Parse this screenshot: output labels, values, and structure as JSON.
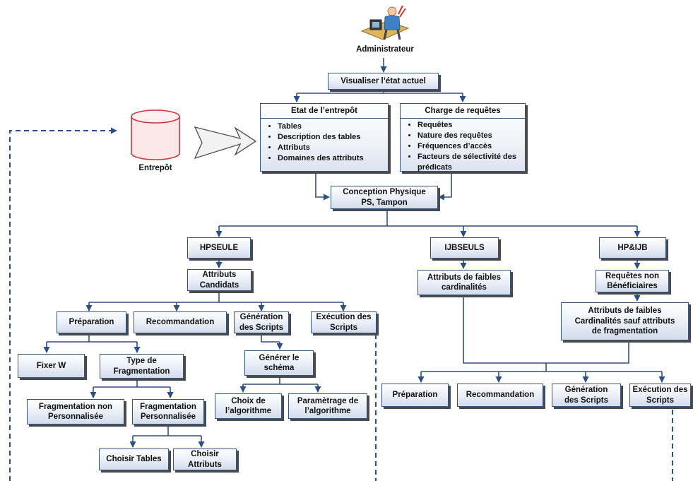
{
  "actor": {
    "label": "Administrateur",
    "icon": "administrator-icon"
  },
  "store": {
    "label": "Entrepôt",
    "icon": "database-cylinder-icon"
  },
  "visualiser": "Visualiser l’état actuel",
  "entrepot_panel": {
    "title": "Etat de l’entrepôt",
    "items": [
      "Tables",
      "Description des tables",
      "Attributs",
      "Domaines des attributs"
    ]
  },
  "charge_panel": {
    "title": "Charge de requêtes",
    "items": [
      "Requêtes",
      "Nature des requêtes",
      "Fréquences d’accès",
      "Facteurs de sélectivité des prédicats"
    ]
  },
  "conception": "Conception Physique\nPS, Tampon",
  "hpseule": {
    "title": "HPSEULE",
    "candidats": "Attributs\nCandidats",
    "steps": [
      "Préparation",
      "Recommandation",
      "Génération\ndes Scripts",
      "Exécution des\nScripts"
    ],
    "fixer": "Fixer W",
    "type_frag": "Type de\nFragmentation",
    "frag_non": "Fragmentation non\nPersonnalisée",
    "frag_perso": "Fragmentation\nPersonnalisée",
    "choisir_tables": "Choisir Tables",
    "choisir_attributs": "Choisir\nAttributs",
    "generer_schema": "Générer le\nschéma",
    "choix_algo": "Choix de\nl’algorithme",
    "param_algo": "Paramètrage de\nl’algorithme"
  },
  "ijbseuls": {
    "title": "IJBSEULS",
    "attributs": "Attributs de faibles\ncardinalités"
  },
  "hpijb": {
    "title": "HP&IJB",
    "requetes": "Requêtes non\nBénéficiaires",
    "attributs": "Attributs de faibles\nCardinalités sauf attributs\nde fragmentation"
  },
  "bottom_steps": [
    "Préparation",
    "Recommandation",
    "Génération\ndes Scripts",
    "Exécution des\nScripts"
  ]
}
